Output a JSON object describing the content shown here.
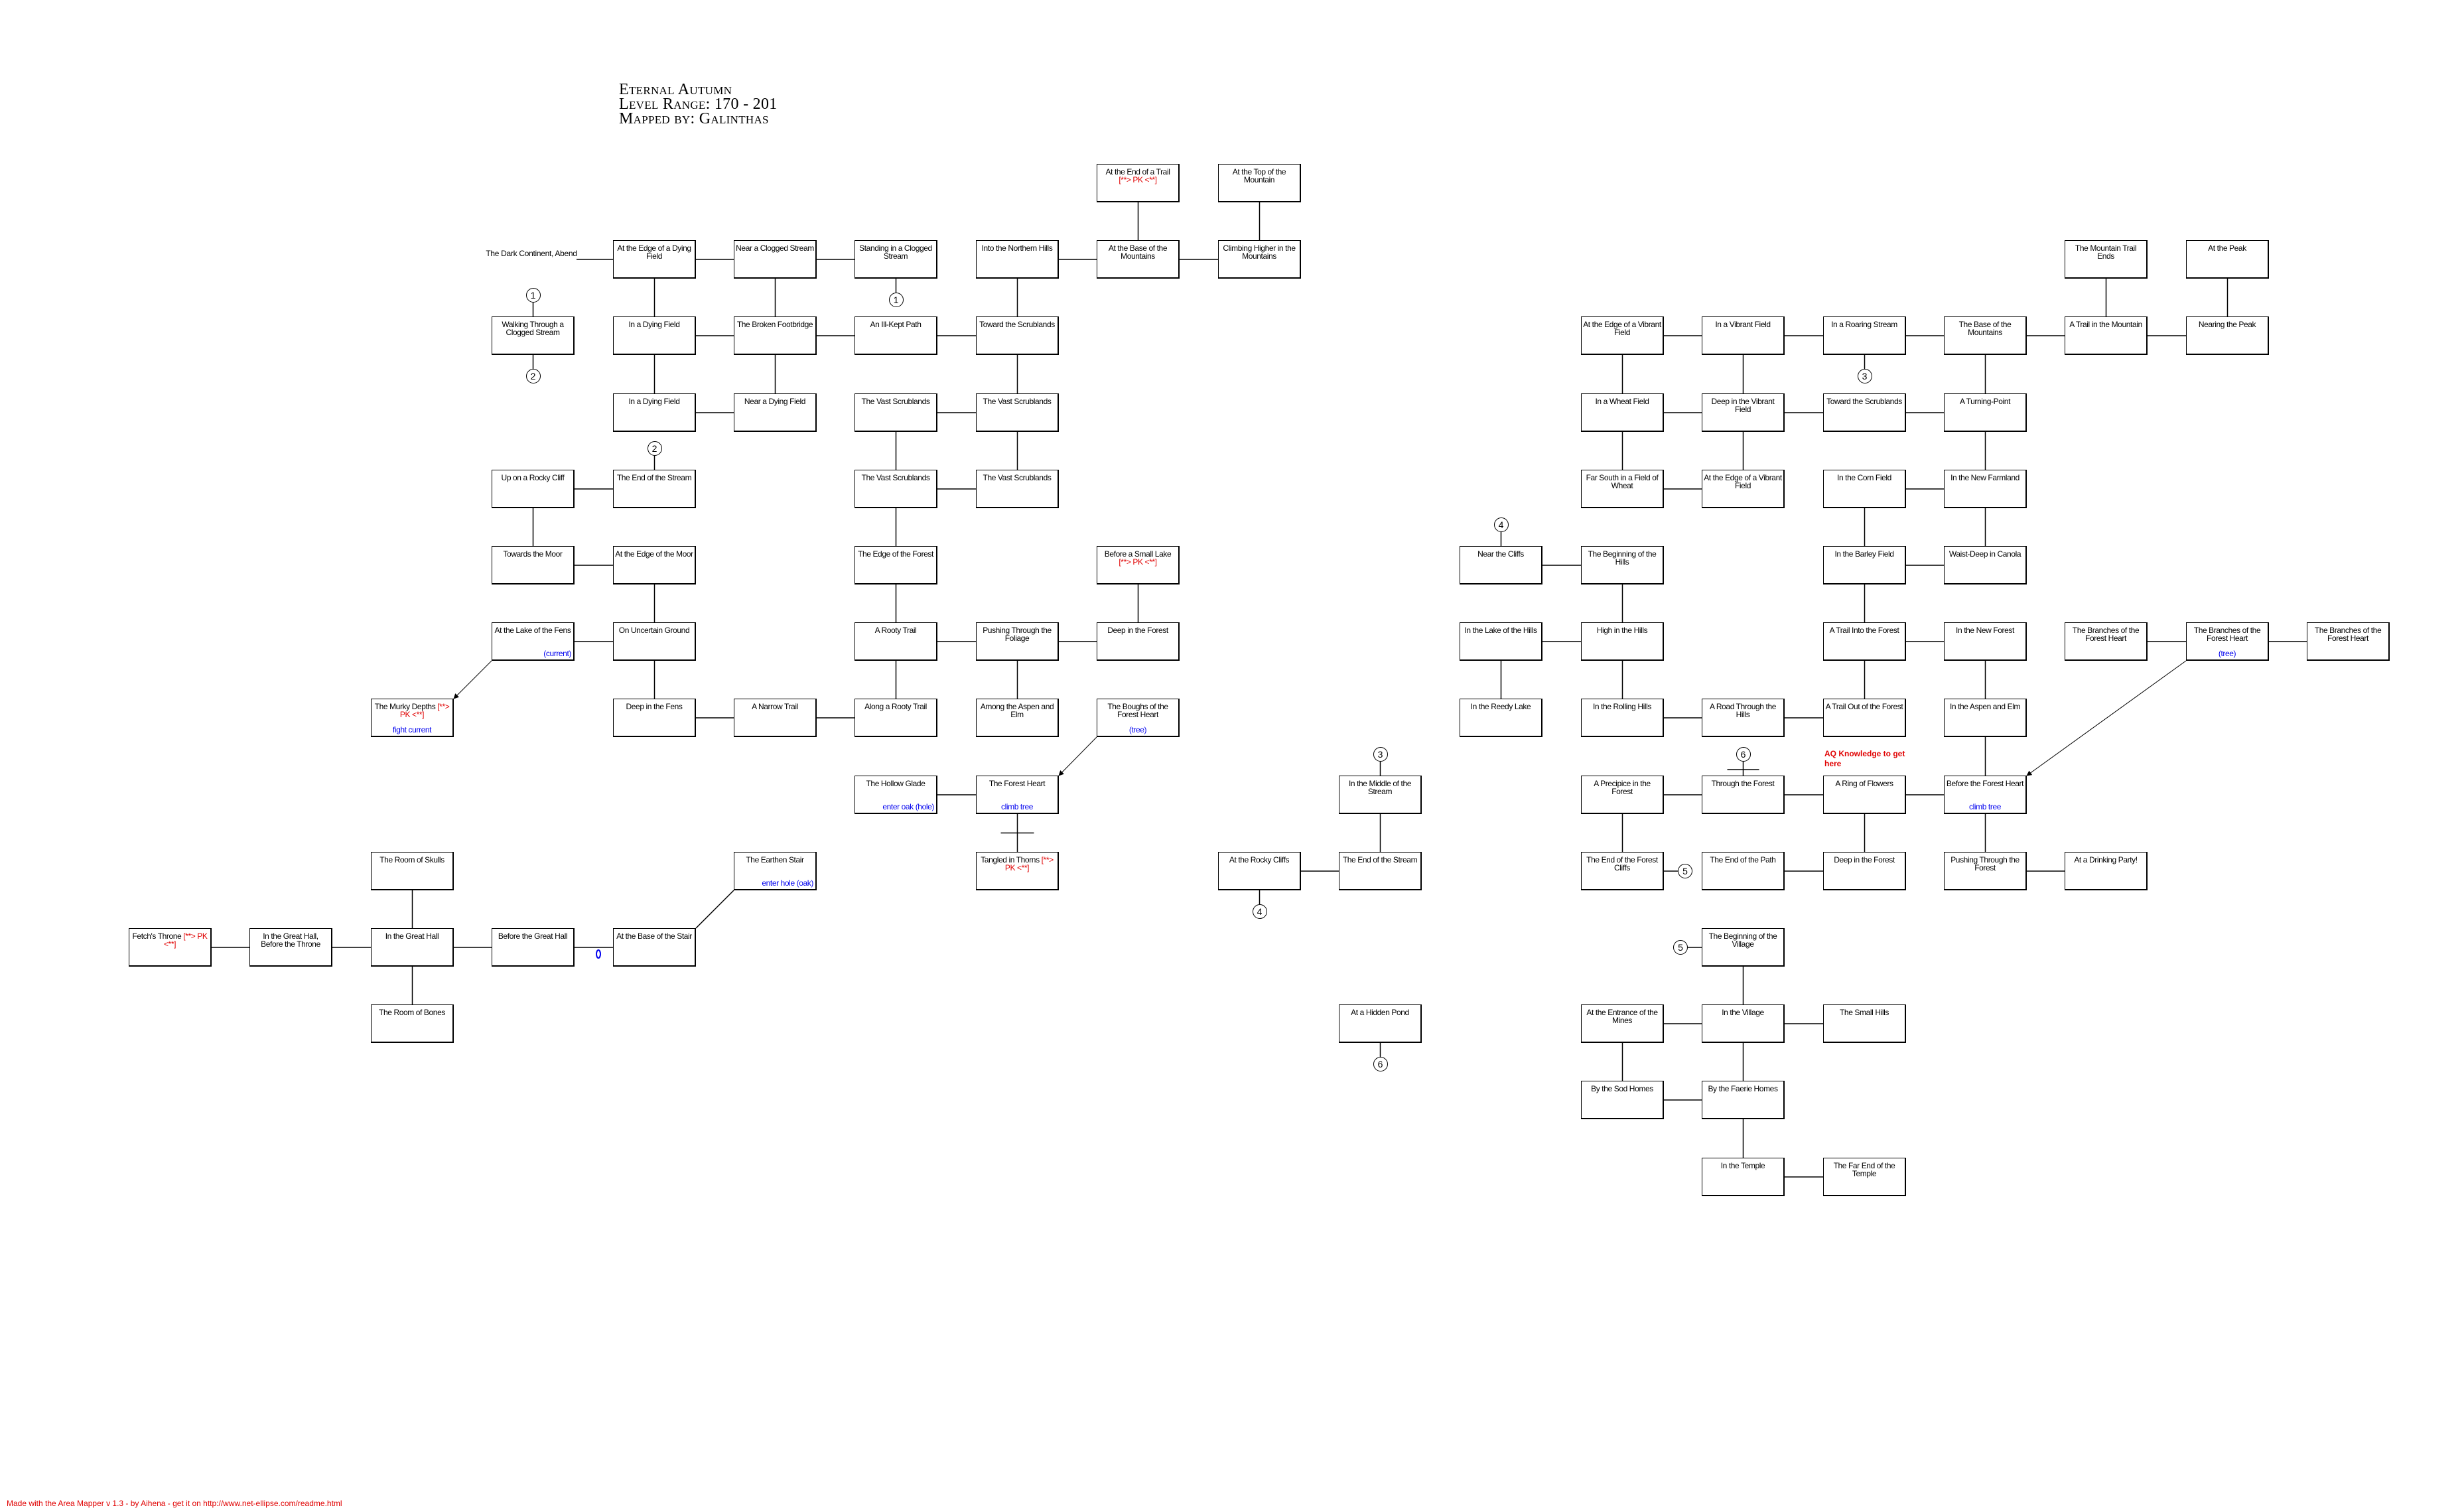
{
  "title": {
    "line1": "Eternal Autumn",
    "line2": "Level Range:  170 - 201",
    "line3": "Mapped by: Galinthas"
  },
  "origin_label": "The Dark Continent, Abend",
  "aq_note": "AQ Knowledge to get here",
  "footer": "Made with the Area Mapper v 1.3 - by Aihena - get it on http://www.net-ellipse.com/readme.html",
  "colors": {
    "pk": "#e00000",
    "note": "#0000ee",
    "line": "#000000"
  },
  "rooms": [
    {
      "id": "end_trail",
      "label": "At the End of a Trail",
      "pk": "[**> PK <**]"
    },
    {
      "id": "top_mountain",
      "label": "At the Top of the Mountain"
    },
    {
      "id": "edge_dying",
      "label": "At the Edge of a Dying Field"
    },
    {
      "id": "near_clogged",
      "label": "Near a Clogged Stream"
    },
    {
      "id": "standing_clogged",
      "label": "Standing in a Clogged Stream"
    },
    {
      "id": "northern_hills",
      "label": "Into the Northern Hills"
    },
    {
      "id": "base_mountains",
      "label": "At the Base of the Mountains"
    },
    {
      "id": "climbing_higher",
      "label": "Climbing Higher in the Mountains"
    },
    {
      "id": "walking_clogged",
      "label": "Walking Through a Clogged Stream"
    },
    {
      "id": "dying1",
      "label": "In a Dying Field"
    },
    {
      "id": "broken_footbridge",
      "label": "The Broken Footbridge"
    },
    {
      "id": "ill_kept",
      "label": "An Ill-Kept Path"
    },
    {
      "id": "toward_scrub",
      "label": "Toward the Scrublands"
    },
    {
      "id": "dying2",
      "label": "In a Dying Field"
    },
    {
      "id": "near_dying",
      "label": "Near a Dying Field"
    },
    {
      "id": "vast1",
      "label": "The Vast Scrublands"
    },
    {
      "id": "vast2",
      "label": "The Vast Scrublands"
    },
    {
      "id": "rocky_cliff",
      "label": "Up on a Rocky Cliff"
    },
    {
      "id": "end_stream1",
      "label": "The End of the Stream"
    },
    {
      "id": "vast3",
      "label": "The Vast Scrublands"
    },
    {
      "id": "vast4",
      "label": "The Vast Scrublands"
    },
    {
      "id": "towards_moor",
      "label": "Towards the Moor"
    },
    {
      "id": "edge_moor",
      "label": "At the Edge of the Moor"
    },
    {
      "id": "edge_forest",
      "label": "The Edge of the Forest"
    },
    {
      "id": "small_lake",
      "label": "Before a Small Lake",
      "pk": "[**> PK <**]"
    },
    {
      "id": "lake_fens",
      "label": "At the Lake of the Fens",
      "note": "(current)",
      "note_align": "right"
    },
    {
      "id": "uncertain",
      "label": "On Uncertain Ground"
    },
    {
      "id": "rooty_trail",
      "label": "A Rooty Trail"
    },
    {
      "id": "pushing_foliage",
      "label": "Pushing Through the Foliage"
    },
    {
      "id": "deep_forest1",
      "label": "Deep in the Forest"
    },
    {
      "id": "murky",
      "label": "The Murky Depths",
      "pk": "[**> PK <**]",
      "note": "fight current"
    },
    {
      "id": "deep_fens",
      "label": "Deep in the Fens"
    },
    {
      "id": "narrow_trail",
      "label": "A Narrow Trail"
    },
    {
      "id": "along_rooty",
      "label": "Along a Rooty Trail"
    },
    {
      "id": "aspen1",
      "label": "Among the Aspen and Elm"
    },
    {
      "id": "boughs",
      "label": "The Boughs of the Forest Heart",
      "note": "(tree)"
    },
    {
      "id": "hollow_glade",
      "label": "The Hollow Glade",
      "note": "enter oak (hole)",
      "note_align": "right"
    },
    {
      "id": "forest_heart",
      "label": "The Forest Heart",
      "note": "climb tree"
    },
    {
      "id": "room_skulls",
      "label": "The Room of Skulls"
    },
    {
      "id": "earthen_stair",
      "label": "The Earthen Stair",
      "note": "enter hole (oak)",
      "note_align": "right"
    },
    {
      "id": "thorns",
      "label": "Tangled in Thorns",
      "pk": "[**> PK <**]"
    },
    {
      "id": "rocky_cliffs",
      "label": "At the Rocky Cliffs"
    },
    {
      "id": "end_stream2",
      "label": "The End of the Stream"
    },
    {
      "id": "fetch_throne",
      "label": "Fetch's Throne",
      "pk": "[**> PK <**]"
    },
    {
      "id": "great_hall_throne",
      "label": "In the Great Hall, Before the Throne"
    },
    {
      "id": "great_hall",
      "label": "In the Great Hall"
    },
    {
      "id": "before_hall",
      "label": "Before the Great Hall"
    },
    {
      "id": "base_stair",
      "label": "At the Base of the Stair"
    },
    {
      "id": "room_bones",
      "label": "The Room of Bones"
    },
    {
      "id": "middle_stream",
      "label": "In the Middle of the Stream"
    },
    {
      "id": "hidden_pond",
      "label": "At a Hidden Pond"
    },
    {
      "id": "near_cliffs",
      "label": "Near the Cliffs"
    },
    {
      "id": "beginning_hills",
      "label": "The Beginning of the Hills"
    },
    {
      "id": "lake_hills",
      "label": "In the Lake of the Hills"
    },
    {
      "id": "high_hills",
      "label": "High in the Hills"
    },
    {
      "id": "reedy_lake",
      "label": "In the Reedy Lake"
    },
    {
      "id": "rolling_hills",
      "label": "In the Rolling Hills"
    },
    {
      "id": "road_hills",
      "label": "A Road Through the Hills"
    },
    {
      "id": "trail_out",
      "label": "A Trail Out of the Forest"
    },
    {
      "id": "edge_vibrant1",
      "label": "At the Edge of a Vibrant Field"
    },
    {
      "id": "vibrant",
      "label": "In a Vibrant Field"
    },
    {
      "id": "roaring",
      "label": "In a Roaring Stream"
    },
    {
      "id": "base_mountains2",
      "label": "The Base of the Mountains"
    },
    {
      "id": "trail_mountain",
      "label": "A Trail in the Mountain"
    },
    {
      "id": "nearing_peak",
      "label": "Nearing the Peak"
    },
    {
      "id": "trail_ends",
      "label": "The Mountain Trail Ends"
    },
    {
      "id": "peak",
      "label": "At the Peak"
    },
    {
      "id": "wheat",
      "label": "In a Wheat Field"
    },
    {
      "id": "deep_vibrant",
      "label": "Deep in the Vibrant Field"
    },
    {
      "id": "toward_scrub2",
      "label": "Toward the Scrublands"
    },
    {
      "id": "turning",
      "label": "A Turning-Point"
    },
    {
      "id": "far_south",
      "label": "Far South in a Field of Wheat"
    },
    {
      "id": "edge_vibrant2",
      "label": "At the Edge of a Vibrant Field"
    },
    {
      "id": "corn",
      "label": "In the Corn Field"
    },
    {
      "id": "new_farmland",
      "label": "In the New Farmland"
    },
    {
      "id": "barley",
      "label": "In the Barley Field"
    },
    {
      "id": "canola",
      "label": "Waist-Deep in Canola"
    },
    {
      "id": "trail_into",
      "label": "A Trail Into the Forest"
    },
    {
      "id": "new_forest",
      "label": "In the New Forest"
    },
    {
      "id": "branches1",
      "label": "The Branches of the Forest Heart"
    },
    {
      "id": "branches2",
      "label": "The Branches of the Forest Heart",
      "note": "(tree)"
    },
    {
      "id": "branches3",
      "label": "The Branches of the Forest Heart"
    },
    {
      "id": "aspen2",
      "label": "In the Aspen and Elm"
    },
    {
      "id": "precipice",
      "label": "A Precipice in the Forest"
    },
    {
      "id": "through_forest",
      "label": "Through the Forest"
    },
    {
      "id": "ring_flowers",
      "label": "A Ring of Flowers"
    },
    {
      "id": "before_heart",
      "label": "Before the Forest Heart",
      "note": "climb tree"
    },
    {
      "id": "end_cliffs",
      "label": "The End of the Forest Cliffs"
    },
    {
      "id": "end_path",
      "label": "The End of the Path"
    },
    {
      "id": "deep_forest2",
      "label": "Deep in the Forest"
    },
    {
      "id": "pushing_forest",
      "label": "Pushing Through the Forest"
    },
    {
      "id": "drinking",
      "label": "At a Drinking Party!"
    },
    {
      "id": "beginning_village",
      "label": "The Beginning of the Village"
    },
    {
      "id": "entrance_mines",
      "label": "At the Entrance of the Mines"
    },
    {
      "id": "village",
      "label": "In the Village"
    },
    {
      "id": "small_hills",
      "label": "The Small Hills"
    },
    {
      "id": "sod_homes",
      "label": "By the Sod Homes"
    },
    {
      "id": "faerie_homes",
      "label": "By the Faerie Homes"
    },
    {
      "id": "temple",
      "label": "In the Temple"
    },
    {
      "id": "far_temple",
      "label": "The Far End of the Temple"
    }
  ],
  "connections": [
    [
      "edge_dying",
      "near_clogged"
    ],
    [
      "near_clogged",
      "standing_clogged"
    ],
    [
      "northern_hills",
      "base_mountains"
    ],
    [
      "base_mountains",
      "climbing_higher"
    ],
    [
      "end_trail",
      "base_mountains"
    ],
    [
      "top_mountain",
      "climbing_higher"
    ],
    [
      "edge_dying",
      "dying1"
    ],
    [
      "near_clogged",
      "broken_footbridge"
    ],
    [
      "northern_hills",
      "toward_scrub"
    ],
    [
      "dying1",
      "broken_footbridge"
    ],
    [
      "broken_footbridge",
      "ill_kept"
    ],
    [
      "ill_kept",
      "toward_scrub"
    ],
    [
      "dying1",
      "dying2"
    ],
    [
      "broken_footbridge",
      "near_dying"
    ],
    [
      "toward_scrub",
      "vast2"
    ],
    [
      "dying2",
      "near_dying"
    ],
    [
      "vast1",
      "vast2"
    ],
    [
      "vast1",
      "vast3"
    ],
    [
      "vast2",
      "vast4"
    ],
    [
      "rocky_cliff",
      "end_stream1"
    ],
    [
      "vast3",
      "vast4"
    ],
    [
      "rocky_cliff",
      "towards_moor"
    ],
    [
      "vast3",
      "edge_forest"
    ],
    [
      "towards_moor",
      "edge_moor"
    ],
    [
      "edge_moor",
      "uncertain"
    ],
    [
      "edge_forest",
      "rooty_trail"
    ],
    [
      "small_lake",
      "deep_forest1"
    ],
    [
      "lake_fens",
      "uncertain"
    ],
    [
      "rooty_trail",
      "pushing_foliage"
    ],
    [
      "pushing_foliage",
      "deep_forest1"
    ],
    [
      "uncertain",
      "deep_fens"
    ],
    [
      "rooty_trail",
      "along_rooty"
    ],
    [
      "pushing_foliage",
      "aspen1"
    ],
    [
      "deep_fens",
      "narrow_trail"
    ],
    [
      "narrow_trail",
      "along_rooty"
    ],
    [
      "hollow_glade",
      "forest_heart"
    ],
    [
      "room_skulls",
      "great_hall"
    ],
    [
      "great_hall",
      "room_bones"
    ],
    [
      "fetch_throne",
      "great_hall_throne"
    ],
    [
      "great_hall_throne",
      "great_hall"
    ],
    [
      "great_hall",
      "before_hall"
    ],
    [
      "before_hall",
      "base_stair"
    ],
    [
      "rocky_cliffs",
      "end_stream2"
    ],
    [
      "middle_stream",
      "end_stream2"
    ],
    [
      "near_cliffs",
      "beginning_hills"
    ],
    [
      "beginning_hills",
      "high_hills"
    ],
    [
      "lake_hills",
      "high_hills"
    ],
    [
      "lake_hills",
      "reedy_lake"
    ],
    [
      "high_hills",
      "rolling_hills"
    ],
    [
      "rolling_hills",
      "road_hills"
    ],
    [
      "road_hills",
      "trail_out"
    ],
    [
      "trail_into",
      "trail_out"
    ],
    [
      "barley",
      "trail_into"
    ],
    [
      "corn",
      "barley"
    ],
    [
      "corn",
      "new_farmland"
    ],
    [
      "new_farmland",
      "canola"
    ],
    [
      "barley",
      "canola"
    ],
    [
      "trail_into",
      "new_forest"
    ],
    [
      "new_forest",
      "aspen2"
    ],
    [
      "aspen2",
      "before_heart"
    ],
    [
      "turning",
      "new_farmland"
    ],
    [
      "base_mountains2",
      "turning"
    ],
    [
      "toward_scrub2",
      "turning"
    ],
    [
      "deep_vibrant",
      "toward_scrub2"
    ],
    [
      "wheat",
      "deep_vibrant"
    ],
    [
      "edge_vibrant1",
      "wheat"
    ],
    [
      "wheat",
      "far_south"
    ],
    [
      "vibrant",
      "deep_vibrant"
    ],
    [
      "deep_vibrant",
      "edge_vibrant2"
    ],
    [
      "far_south",
      "edge_vibrant2"
    ],
    [
      "edge_vibrant1",
      "vibrant"
    ],
    [
      "vibrant",
      "roaring"
    ],
    [
      "roaring",
      "base_mountains2"
    ],
    [
      "base_mountains2",
      "trail_mountain"
    ],
    [
      "trail_mountain",
      "nearing_peak"
    ],
    [
      "trail_ends",
      "trail_mountain"
    ],
    [
      "peak",
      "nearing_peak"
    ],
    [
      "branches1",
      "branches2"
    ],
    [
      "branches2",
      "branches3"
    ],
    [
      "precipice",
      "through_forest"
    ],
    [
      "through_forest",
      "ring_flowers"
    ],
    [
      "ring_flowers",
      "before_heart"
    ],
    [
      "precipice",
      "end_cliffs"
    ],
    [
      "ring_flowers",
      "deep_forest2"
    ],
    [
      "before_heart",
      "pushing_forest"
    ],
    [
      "end_path",
      "deep_forest2"
    ],
    [
      "pushing_forest",
      "drinking"
    ],
    [
      "beginning_village",
      "village"
    ],
    [
      "entrance_mines",
      "village"
    ],
    [
      "village",
      "small_hills"
    ],
    [
      "entrance_mines",
      "sod_homes"
    ],
    [
      "village",
      "faerie_homes"
    ],
    [
      "sod_homes",
      "faerie_homes"
    ],
    [
      "faerie_homes",
      "temple"
    ],
    [
      "temple",
      "far_temple"
    ]
  ],
  "one_way_links": [
    [
      "lake_fens",
      "murky"
    ],
    [
      "boughs",
      "forest_heart"
    ],
    [
      "branches2",
      "before_heart"
    ]
  ],
  "blocked_links": [
    [
      "forest_heart",
      "thorns"
    ]
  ],
  "plain_links": [
    [
      "base_stair",
      "earthen_stair"
    ]
  ],
  "markers": [
    {
      "label": "1",
      "room": "walking_clogged"
    },
    {
      "label": "2",
      "room": "walking_clogged"
    },
    {
      "label": "1",
      "room": "standing_clogged"
    },
    {
      "label": "2",
      "room": "end_stream1"
    },
    {
      "label": "3",
      "room": "roaring"
    },
    {
      "label": "3",
      "room": "middle_stream"
    },
    {
      "label": "4",
      "room": "rocky_cliffs"
    },
    {
      "label": "4",
      "room": "near_cliffs"
    },
    {
      "label": "5",
      "room": "end_cliffs"
    },
    {
      "label": "5",
      "room": "beginning_village"
    },
    {
      "label": "6",
      "room": "through_forest"
    },
    {
      "label": "6",
      "room": "hidden_pond"
    }
  ]
}
